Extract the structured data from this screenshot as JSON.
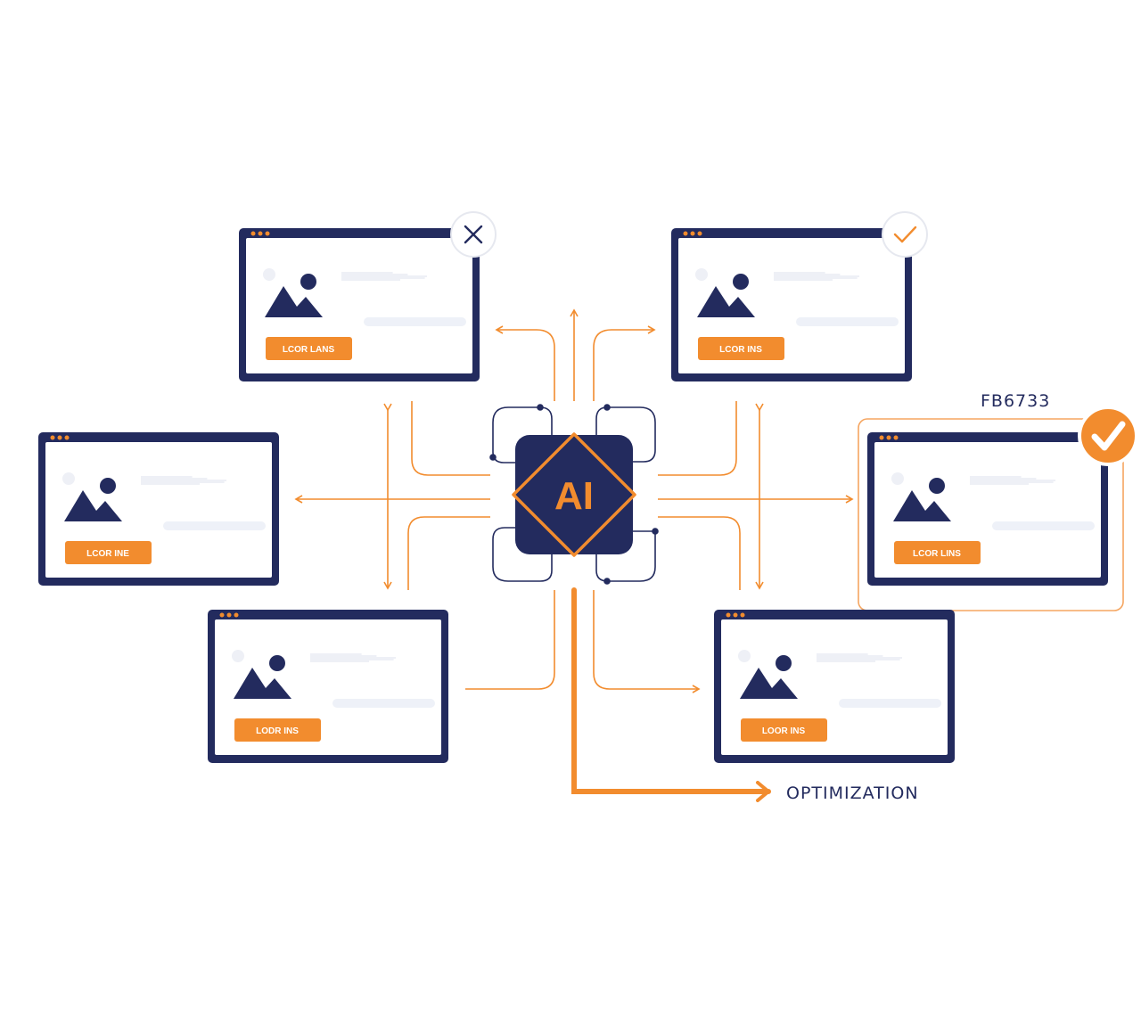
{
  "diagram": {
    "center_label": "AI",
    "highlight_label": "FB6733",
    "output_label": "OPTIMIZATION",
    "cards": [
      {
        "id": "top-left",
        "button": "LCOR LANS",
        "status": "rejected"
      },
      {
        "id": "top-right",
        "button": "LCOR INS",
        "status": "approved"
      },
      {
        "id": "left",
        "button": "LCOR INE",
        "status": "none"
      },
      {
        "id": "right",
        "button": "LCOR LINS",
        "status": "selected"
      },
      {
        "id": "bottom-left",
        "button": "LODR INS",
        "status": "none"
      },
      {
        "id": "bottom-right",
        "button": "LOOR INS",
        "status": "none"
      }
    ],
    "colors": {
      "navy": "#232b5e",
      "orange": "#f28c2e",
      "light": "#e9ecf4"
    }
  }
}
